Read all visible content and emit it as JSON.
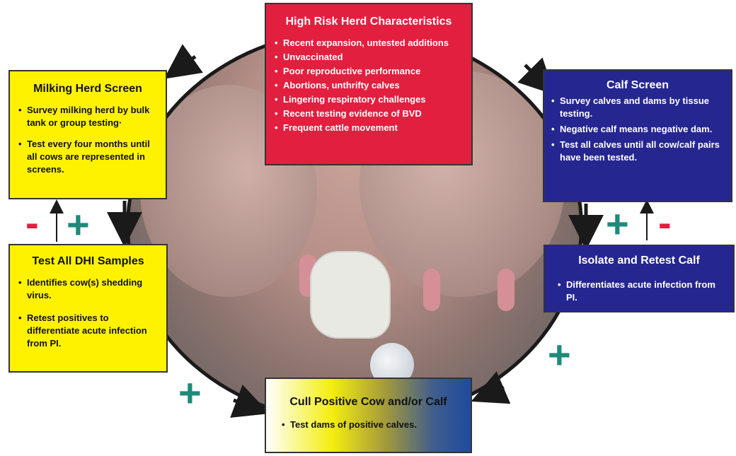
{
  "high_risk": {
    "title": "High Risk Herd Characteristics",
    "items": [
      "Recent expansion, untested additions",
      "Unvaccinated",
      "Poor reproductive performance",
      "Abortions, unthrifty calves",
      "Lingering respiratory challenges",
      "Recent testing evidence of BVD",
      "Frequent cattle movement"
    ]
  },
  "milking_herd": {
    "title": "Milking Herd Screen",
    "items": [
      "Survey milking herd by bulk tank or group testing·",
      "Test every four months until all cows are represented in screens."
    ]
  },
  "calf_screen": {
    "title": "Calf Screen",
    "items": [
      "Survey calves and dams by tissue testing.",
      "Negative calf means negative dam.",
      "Test all calves until all cow/calf pairs have been tested."
    ]
  },
  "dhi": {
    "title": "Test All DHI Samples",
    "items": [
      "Identifies cow(s) shedding virus.",
      "Retest positives to differentiate acute infection from PI."
    ]
  },
  "isolate": {
    "title": "Isolate and Retest Calf",
    "items": [
      "Differentiates acute infection from PI."
    ]
  },
  "cull": {
    "title": "Cull Positive Cow and/or Calf",
    "items": [
      "Test dams of positive calves."
    ]
  },
  "signs": {
    "plus": "+",
    "minus": "-"
  },
  "colors": {
    "red": "#e21f3f",
    "yellow": "#fff200",
    "blue": "#262691",
    "teal": "#1f8a7a"
  }
}
